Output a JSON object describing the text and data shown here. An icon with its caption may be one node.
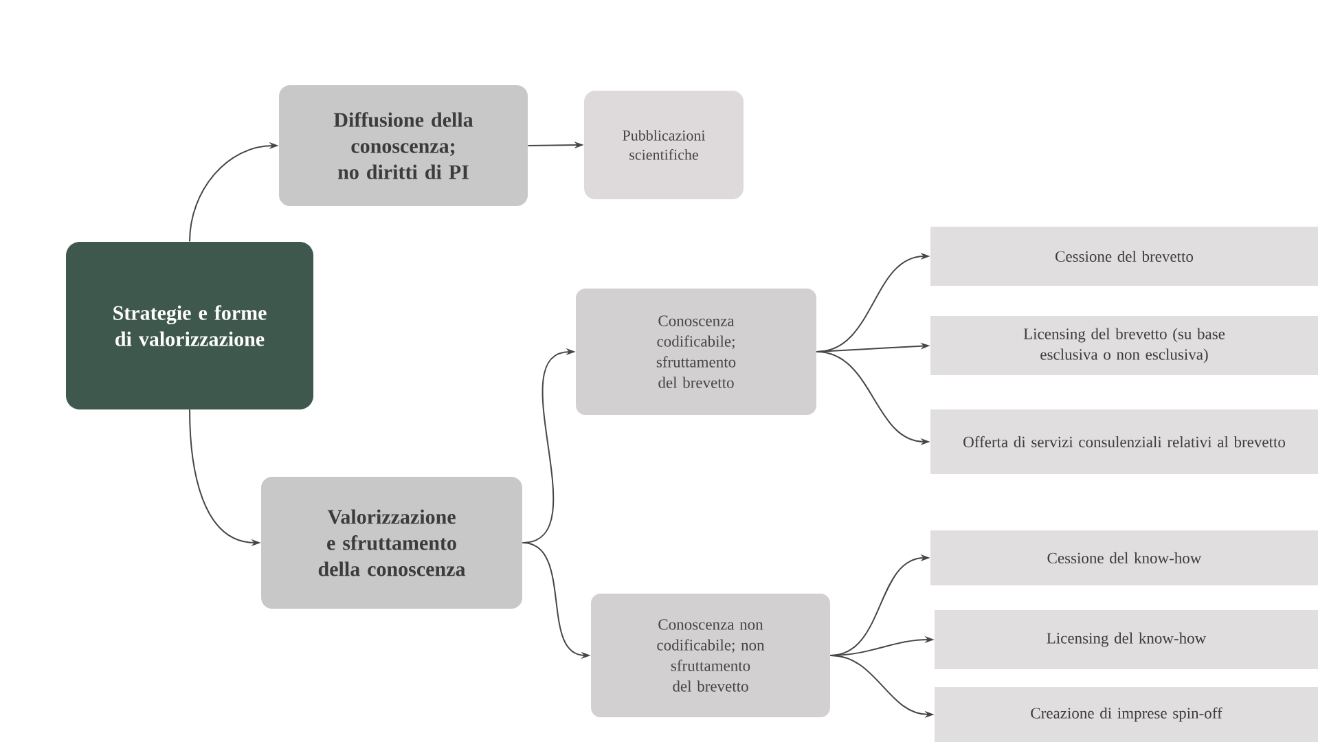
{
  "diagram": {
    "nodes": [
      {
        "text": [
          "Strategie e forme di valorizzazione"
        ]
      },
      {
        "text": [
          "Diffusione della conoscenza; no diritti di PI"
        ]
      },
      {
        "text": [
          "Pubblicazioni scientifiche"
        ]
      },
      {
        "text": [
          "Valorizzazione e sfruttamento della conoscenza"
        ]
      },
      {
        "text": [
          "Conoscenza codificabile; sfruttamento del brevetto"
        ]
      },
      {
        "text": [
          "Cessione del brevetto"
        ]
      },
      {
        "text": [
          "Licensing del brevetto (su base esclusiva o non esclusiva)"
        ]
      },
      {
        "text": [
          "Offerta di servizi consulenziali relativi al brevetto"
        ]
      },
      {
        "text": [
          "Conoscenza non codificabile; non sfruttamento del brevetto"
        ]
      },
      {
        "text": [
          "Cessione del know-how"
        ]
      },
      {
        "text": [
          "Licensing del know-how"
        ]
      },
      {
        "text": [
          "Creazione di imprese spin-off"
        ]
      }
    ],
    "edges": [
      {
        "from": 0,
        "to": 1,
        "arrow": "to"
      },
      {
        "from": 1,
        "to": 2,
        "arrow": "to"
      },
      {
        "from": 0,
        "to": 3,
        "arrow": "to"
      },
      {
        "from": 3,
        "to": 4,
        "arrow": "to"
      },
      {
        "from": 3,
        "to": 8,
        "arrow": "to"
      },
      {
        "from": 4,
        "to": 5,
        "arrow": "to"
      },
      {
        "from": 4,
        "to": 6,
        "arrow": "to"
      },
      {
        "from": 4,
        "to": 7,
        "arrow": "to"
      },
      {
        "from": 8,
        "to": 9,
        "arrow": "to"
      },
      {
        "from": 8,
        "to": 10,
        "arrow": "to"
      },
      {
        "from": 8,
        "to": 11,
        "arrow": "to"
      }
    ]
  }
}
